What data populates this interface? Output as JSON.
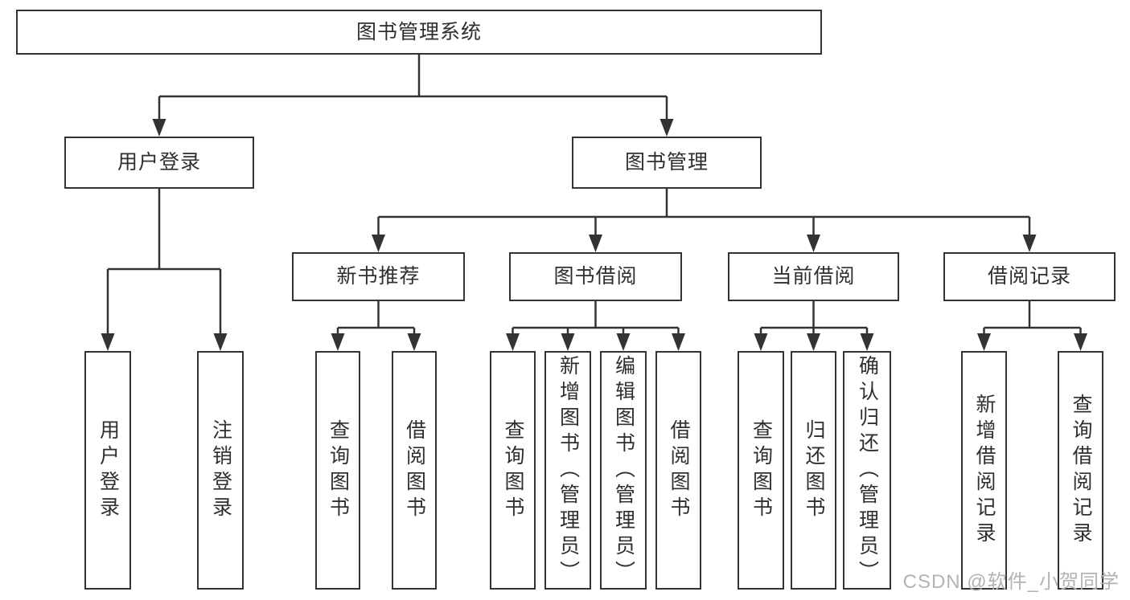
{
  "diagram": {
    "root": {
      "label": "图书管理系统"
    },
    "branches": [
      {
        "label": "用户登录",
        "children": [
          {
            "label": "用户登录"
          },
          {
            "label": "注销登录"
          }
        ]
      },
      {
        "label": "图书管理",
        "sections": [
          {
            "label": "新书推荐",
            "children": [
              {
                "label": "查询图书"
              },
              {
                "label": "借阅图书"
              }
            ]
          },
          {
            "label": "图书借阅",
            "children": [
              {
                "label": "查询图书"
              },
              {
                "label": "新增图书（管理员）"
              },
              {
                "label": "编辑图书（管理员）"
              },
              {
                "label": "借阅图书"
              }
            ]
          },
          {
            "label": "当前借阅",
            "children": [
              {
                "label": "查询图书"
              },
              {
                "label": "归还图书"
              },
              {
                "label": "确认归还（管理员）"
              }
            ]
          },
          {
            "label": "借阅记录",
            "children": [
              {
                "label": "新增借阅记录"
              },
              {
                "label": "查询借阅记录"
              }
            ]
          }
        ]
      }
    ]
  },
  "watermark": {
    "text": "CSDN @软件_小贺同学"
  },
  "colors": {
    "line": "#333333",
    "box_fill": "#ffffff",
    "text": "#2f2f2f",
    "watermark": "#b3b3b3"
  }
}
